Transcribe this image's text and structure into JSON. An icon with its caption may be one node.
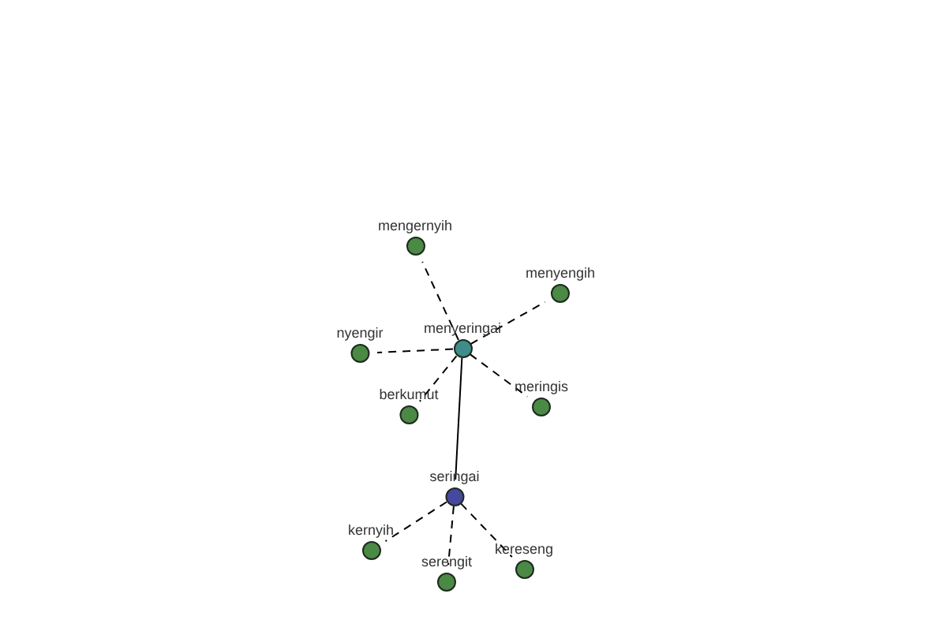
{
  "diagram": {
    "nodes": [
      {
        "text": [
          "mengernyih"
        ]
      },
      {
        "text": [
          "menyengih"
        ]
      },
      {
        "text": [
          "nyengir"
        ]
      },
      {
        "text": [
          "menyeringai"
        ]
      },
      {
        "text": [
          "meringis"
        ]
      },
      {
        "text": [
          "berkumut"
        ]
      },
      {
        "text": [
          "seringai"
        ]
      },
      {
        "text": [
          "kernyih"
        ]
      },
      {
        "text": [
          "kereseng"
        ]
      },
      {
        "text": [
          "serengit"
        ]
      }
    ],
    "edges": [
      {
        "from": 3,
        "to": 0,
        "arrow": "none",
        "style": "dashed"
      },
      {
        "from": 3,
        "to": 1,
        "arrow": "none",
        "style": "dashed"
      },
      {
        "from": 3,
        "to": 2,
        "arrow": "none",
        "style": "dashed"
      },
      {
        "from": 3,
        "to": 4,
        "arrow": "none",
        "style": "dashed"
      },
      {
        "from": 3,
        "to": 5,
        "arrow": "none",
        "style": "dashed"
      },
      {
        "from": 3,
        "to": 6,
        "arrow": "none"
      },
      {
        "from": 6,
        "to": 7,
        "arrow": "none",
        "style": "dashed"
      },
      {
        "from": 6,
        "to": 9,
        "arrow": "none",
        "style": "dashed"
      },
      {
        "from": 6,
        "to": 8,
        "arrow": "none",
        "style": "dashed"
      }
    ]
  }
}
